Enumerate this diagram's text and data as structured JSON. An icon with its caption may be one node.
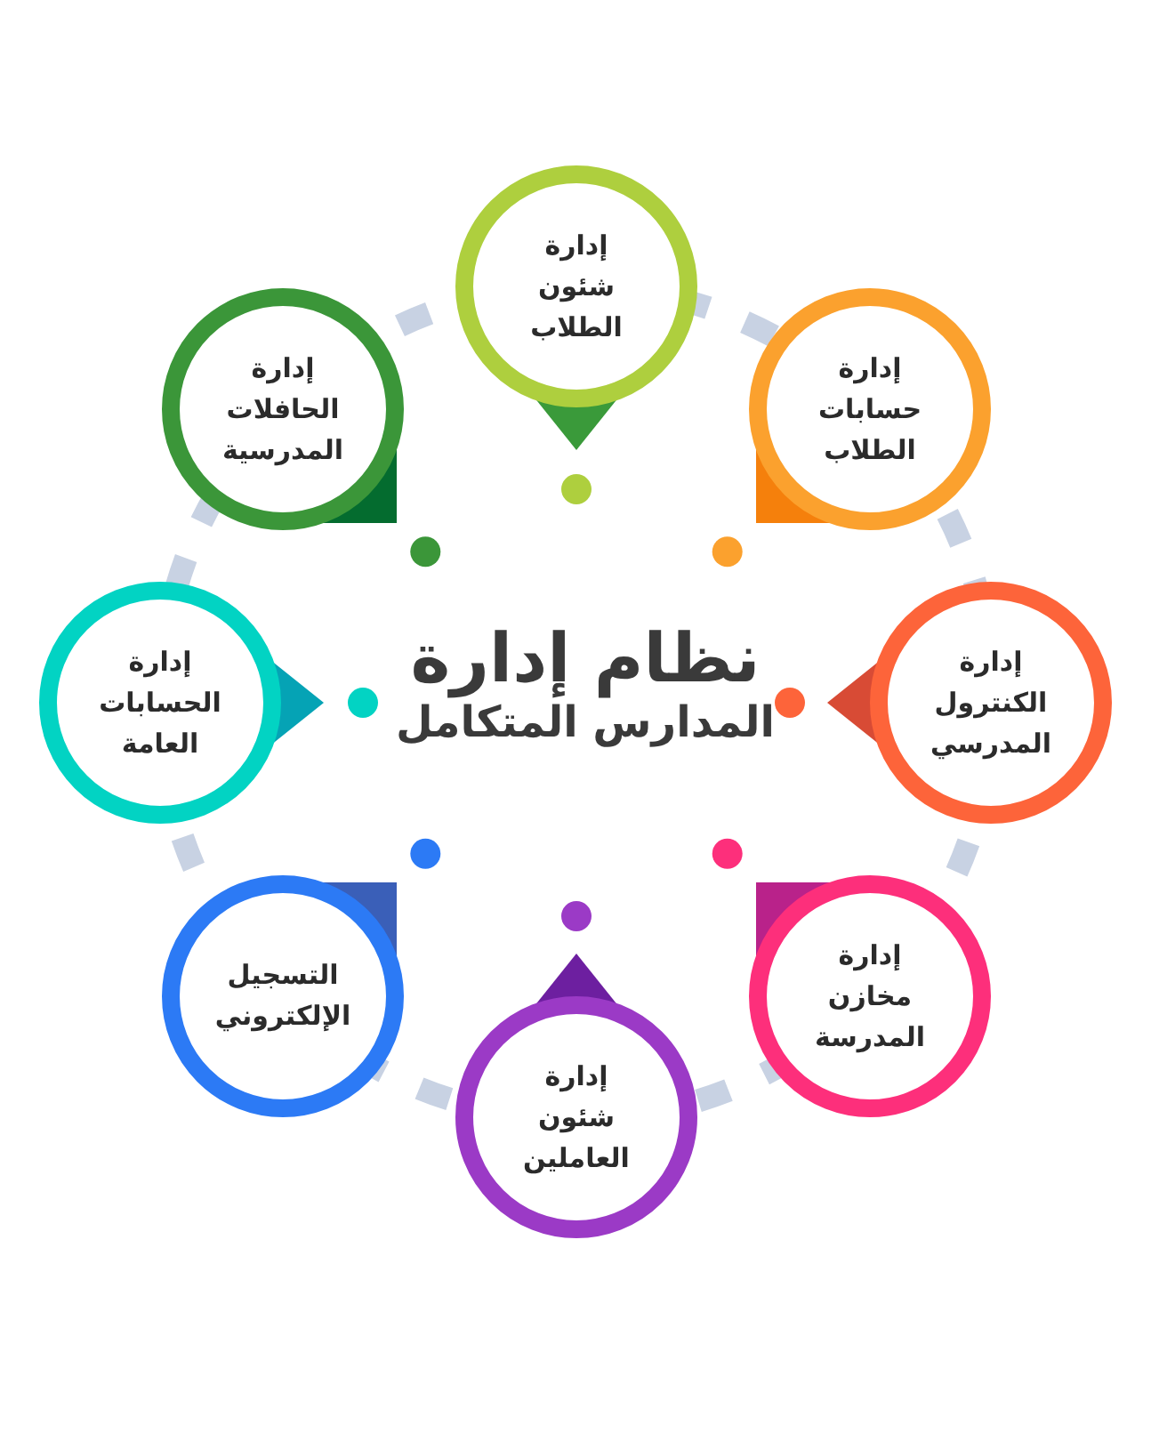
{
  "diagram": {
    "title": "نظام إدارة المدارس المتكامل",
    "nodes": [
      {
        "text": [
          "إدارة شئون الطلاب"
        ]
      },
      {
        "text": [
          "إدارة حسابات الطلاب"
        ]
      },
      {
        "text": [
          "إدارة الكنترول المدرسي"
        ]
      },
      {
        "text": [
          "إدارة مخازن المدرسة"
        ]
      },
      {
        "text": [
          "إدارة شئون العاملين"
        ]
      },
      {
        "text": [
          "التسجيل الإلكتروني"
        ]
      },
      {
        "text": [
          "إدارة الحسابات العامة"
        ]
      },
      {
        "text": [
          "إدارة الحافلات المدرسية"
        ]
      }
    ]
  }
}
